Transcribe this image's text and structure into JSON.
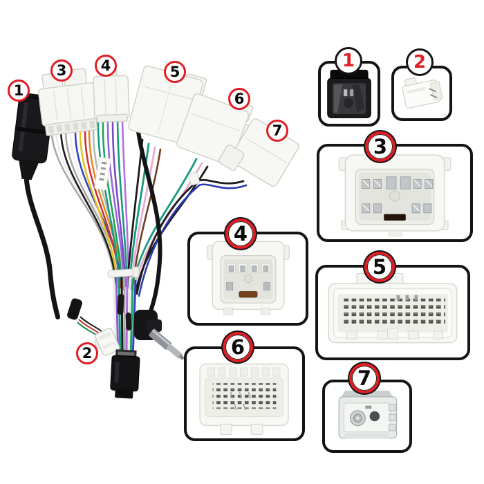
{
  "image_type": "product-photo",
  "subject": "car stereo wiring harness adapter with 7 numbered connectors and detail callout boxes",
  "colors": {
    "background": "#ffffff",
    "accent_red": "#e01e24",
    "box_border": "#141414",
    "connector_white": "#f6f6f3",
    "connector_black": "#19191b"
  },
  "main_photo": {
    "callouts": [
      {
        "num": "1"
      },
      {
        "num": "3"
      },
      {
        "num": "4"
      },
      {
        "num": "5"
      },
      {
        "num": "6"
      },
      {
        "num": "7"
      },
      {
        "num": "2"
      }
    ],
    "wire_palette": [
      "gray",
      "white",
      "black",
      "blue",
      "yellow",
      "red",
      "orange",
      "green",
      "teal",
      "purple",
      "violet",
      "pink",
      "brown"
    ]
  },
  "detail_boxes": [
    {
      "num": "1",
      "connector": "black-power-plug-front-view"
    },
    {
      "num": "2",
      "connector": "small-white-2-pin-connector"
    },
    {
      "num": "3",
      "connector": "white-10-pin-connector-front-view"
    },
    {
      "num": "4",
      "connector": "white-6-pin-connector-front-view"
    },
    {
      "num": "5",
      "connector": "white-28-pin-wide-connector-front-view"
    },
    {
      "num": "6",
      "connector": "white-20-pin-connector-front-view"
    },
    {
      "num": "7",
      "connector": "white-antenna-2-socket-connector-front-view"
    }
  ]
}
